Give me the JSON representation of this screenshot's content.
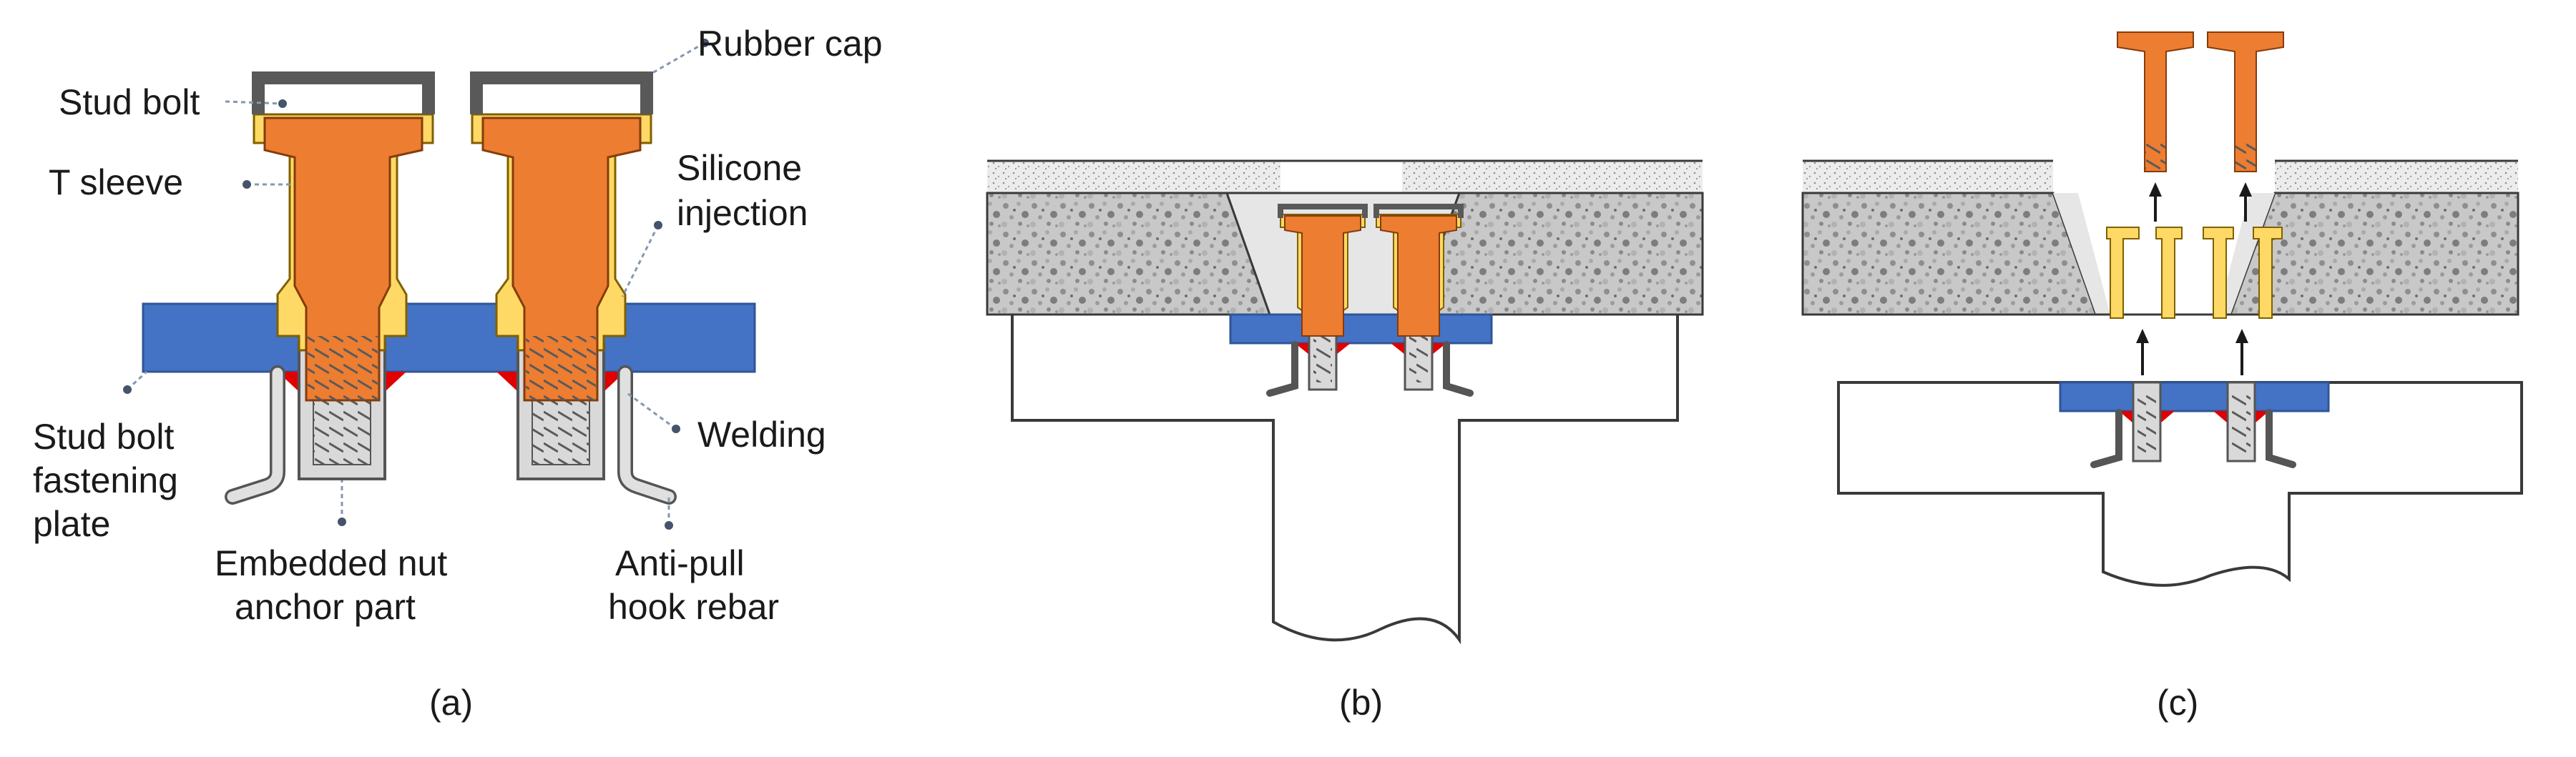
{
  "panel_a": {
    "labels": {
      "stud_bolt": "Stud bolt",
      "t_sleeve": "T sleeve",
      "rubber_cap": "Rubber cap",
      "silicone_line1": "Silicone",
      "silicone_line2": "injection",
      "fastening_line1": "Stud bolt",
      "fastening_line2": "fastening",
      "fastening_line3": "plate",
      "welding": "Welding",
      "embedded_line1": "Embedded nut",
      "embedded_line2": "anchor part",
      "antipull_line1": "Anti-pull",
      "antipull_line2": "hook rebar"
    },
    "caption": "(a)"
  },
  "panel_b": {
    "caption": "(b)"
  },
  "panel_c": {
    "caption": "(c)"
  },
  "colors": {
    "stud_bolt": "#ED7D31",
    "t_sleeve": "#FFD966",
    "rubber_cap": "#595959",
    "plate": "#4472C4",
    "welding": "#E00000",
    "anchor": "#D9D9D9",
    "concrete": "#BFBFBF",
    "gap": "#E7E6E6"
  }
}
